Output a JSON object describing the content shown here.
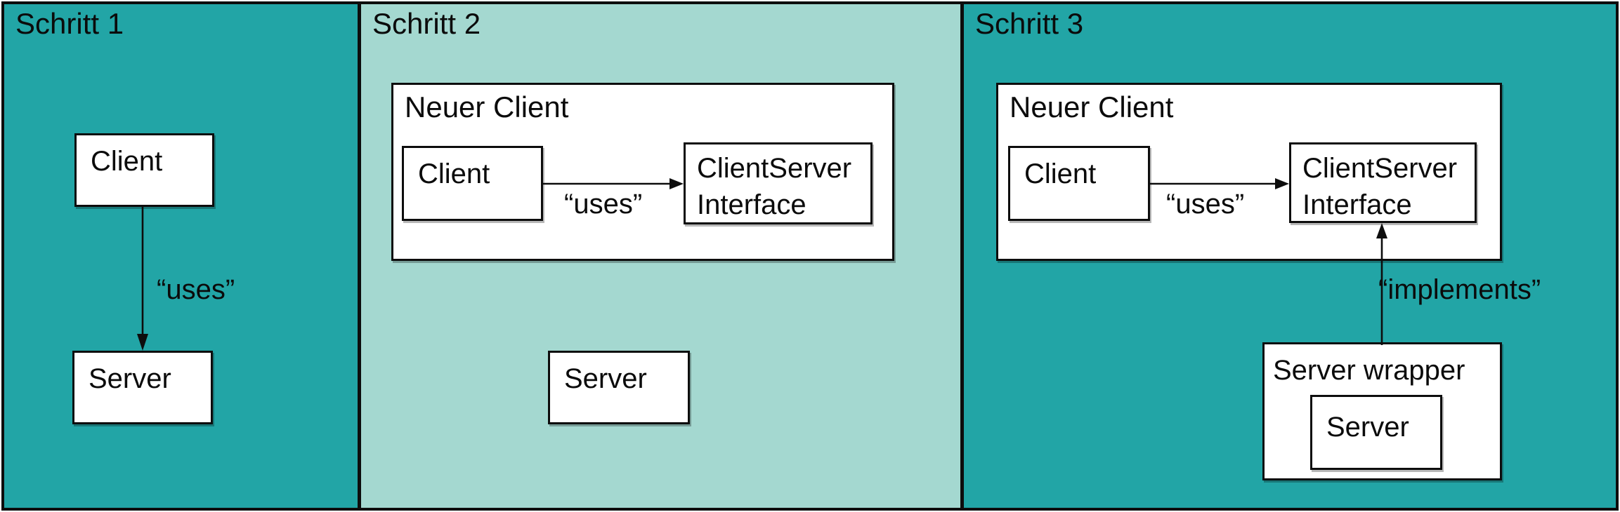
{
  "colors": {
    "panel_teal": "#22A5A6",
    "panel_mint": "#A4D8D0",
    "box_fill": "#FFFFFF",
    "line_black": "#0d0d0d"
  },
  "diagram_type": "refactoring-steps-diagram",
  "panels": [
    {
      "header": "Schritt 1",
      "client_label": "Client",
      "server_label": "Server",
      "edges": [
        {
          "from": "Client",
          "to": "Server",
          "label": "“uses”",
          "direction": "down"
        }
      ]
    },
    {
      "header": "Schritt 2",
      "container_label": "Neuer Client",
      "client_label": "Client",
      "interface_label": "ClientServer Interface",
      "server_label": "Server",
      "edges": [
        {
          "from": "Client",
          "to": "ClientServer Interface",
          "label": "“uses”",
          "direction": "right"
        }
      ]
    },
    {
      "header": "Schritt 3",
      "container_label": "Neuer Client",
      "client_label": "Client",
      "interface_label": "ClientServer Interface",
      "wrapper_label": "Server wrapper",
      "server_label": "Server",
      "edges": [
        {
          "from": "Client",
          "to": "ClientServer Interface",
          "label": "“uses”",
          "direction": "right"
        },
        {
          "from": "Server wrapper",
          "to": "ClientServer Interface",
          "label": "“implements”",
          "direction": "up"
        }
      ]
    }
  ]
}
